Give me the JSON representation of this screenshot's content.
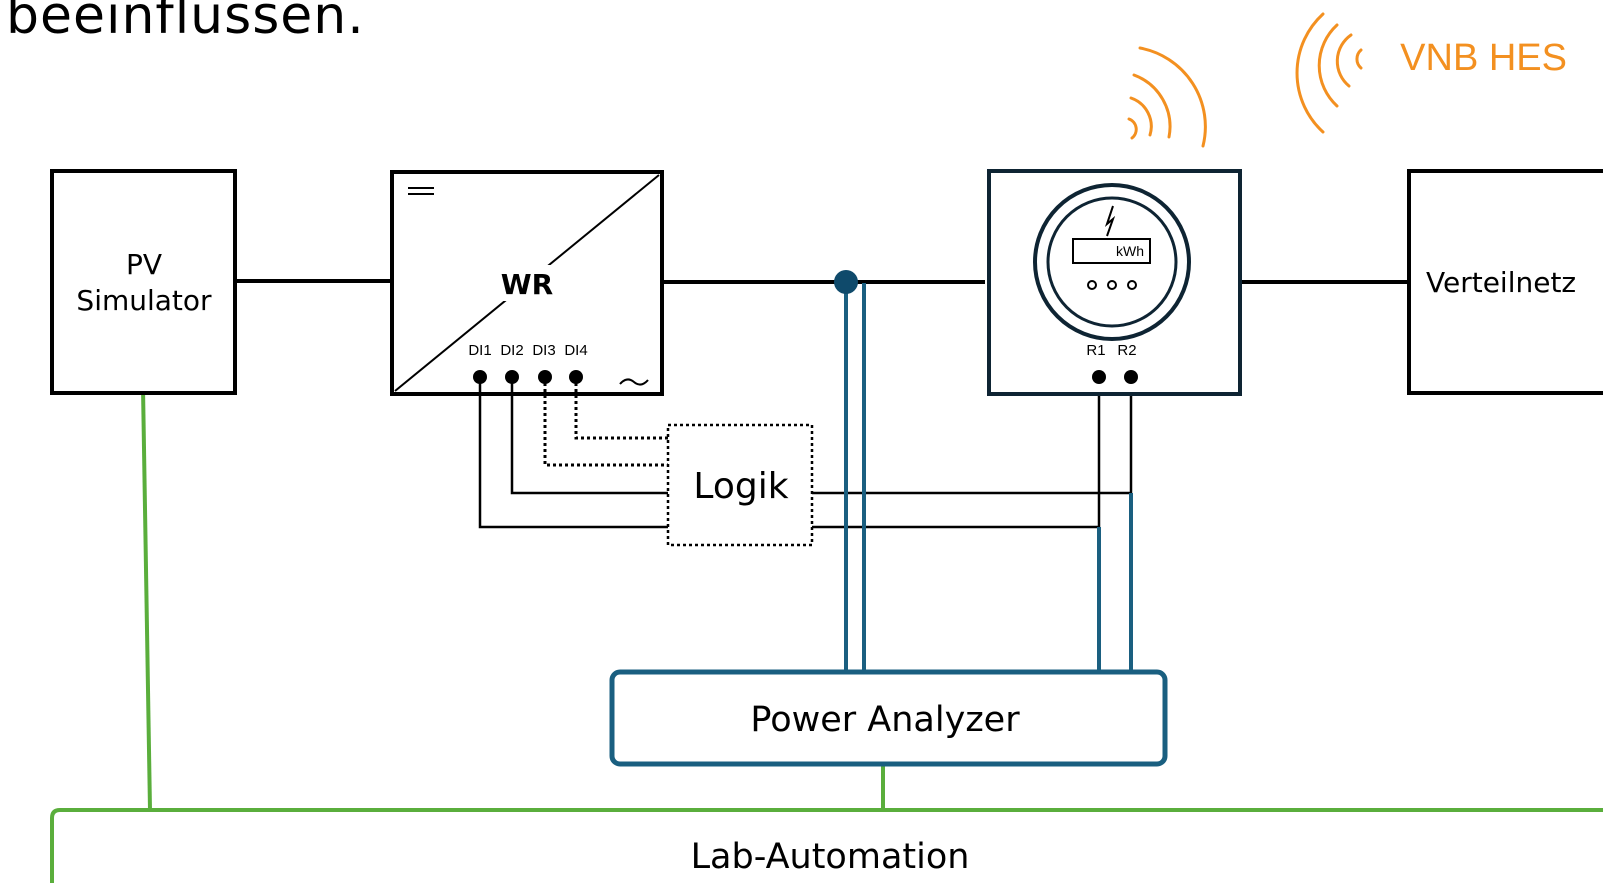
{
  "header": {
    "title_fragment": "beeinflussen."
  },
  "hes": {
    "label": "VNB HES"
  },
  "pv": {
    "line1": "PV",
    "line2": "Simulator"
  },
  "inverter": {
    "label": "WR",
    "inputs": [
      "DI1",
      "DI2",
      "DI3",
      "DI4"
    ]
  },
  "meter": {
    "unit": "kWh",
    "relays": [
      "R1",
      "R2"
    ]
  },
  "grid": {
    "label": "Verteilnetz"
  },
  "logic": {
    "label": "Logik"
  },
  "analyzer": {
    "label": "Power Analyzer"
  },
  "automation": {
    "label": "Lab-Automation"
  },
  "colors": {
    "ink": "#000000",
    "measurement": "#1a5f80",
    "automation_link": "#5aae3c",
    "wireless": "#f39020",
    "meter_frame": "#0e2433"
  }
}
